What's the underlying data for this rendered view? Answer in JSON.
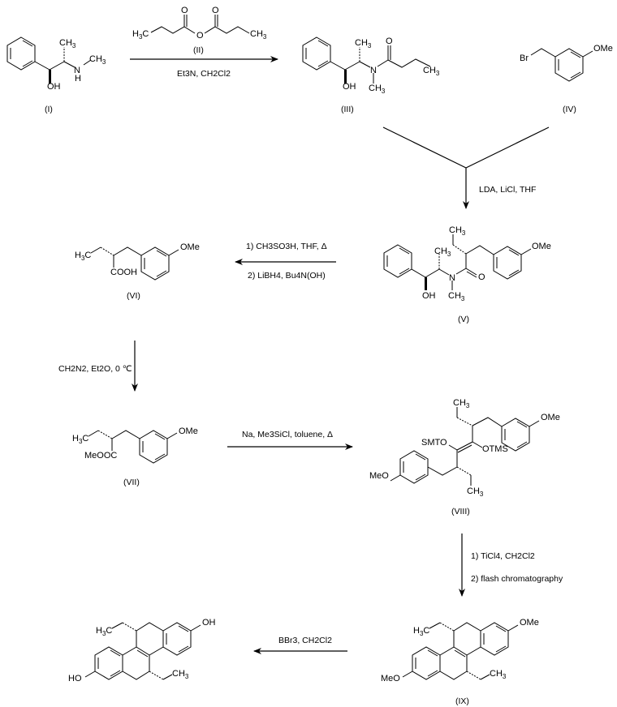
{
  "title": "Synthesis scheme",
  "compounds": {
    "I": {
      "label": "(I)",
      "groups": [
        "CH3",
        "N",
        "H",
        "CH3",
        "OH"
      ]
    },
    "II": {
      "label": "(II)",
      "groups": [
        "H3C",
        "O",
        "O",
        "O",
        "CH3"
      ]
    },
    "III": {
      "label": "(III)",
      "groups": [
        "CH3",
        "O",
        "N",
        "CH3",
        "OH",
        "CH3"
      ]
    },
    "IV": {
      "label": "(IV)",
      "groups": [
        "Br",
        "OMe"
      ]
    },
    "V": {
      "label": "(V)",
      "groups": [
        "CH3",
        "CH3",
        "OMe",
        "N",
        "O",
        "OH",
        "CH3"
      ]
    },
    "VI": {
      "label": "(VI)",
      "groups": [
        "H3C",
        "COOH",
        "OMe"
      ]
    },
    "VII": {
      "label": "(VII)",
      "groups": [
        "H3C",
        "MeOOC",
        "OMe"
      ]
    },
    "VIII": {
      "label": "(VIII)",
      "groups": [
        "CH3",
        "OMe",
        "SMTO",
        "OTMS",
        "MeO",
        "CH3"
      ]
    },
    "IX": {
      "label": "(IX)",
      "groups": [
        "H3C",
        "OMe",
        "MeO",
        "CH3"
      ]
    },
    "X": {
      "label": "",
      "groups": [
        "H3C",
        "OH",
        "HO",
        "CH3"
      ]
    }
  },
  "reactions": {
    "r1": {
      "reagent_label": "(II)",
      "conditions": "Et3N, CH2Cl2"
    },
    "r2": {
      "conditions": "LDA, LiCl, THF"
    },
    "r3": {
      "step1": "1) CH3SO3H, THF, Δ",
      "step2": "2) LiBH4, Bu4N(OH)"
    },
    "r4": {
      "conditions": "CH2N2, Et2O, 0 ℃"
    },
    "r5": {
      "conditions": "Na, Me3SiCl, toluene, Δ"
    },
    "r6": {
      "step1": "1) TiCl4, CH2Cl2",
      "step2": "2) flash chromatography"
    },
    "r7": {
      "conditions": "BBr3, CH2Cl2"
    }
  }
}
